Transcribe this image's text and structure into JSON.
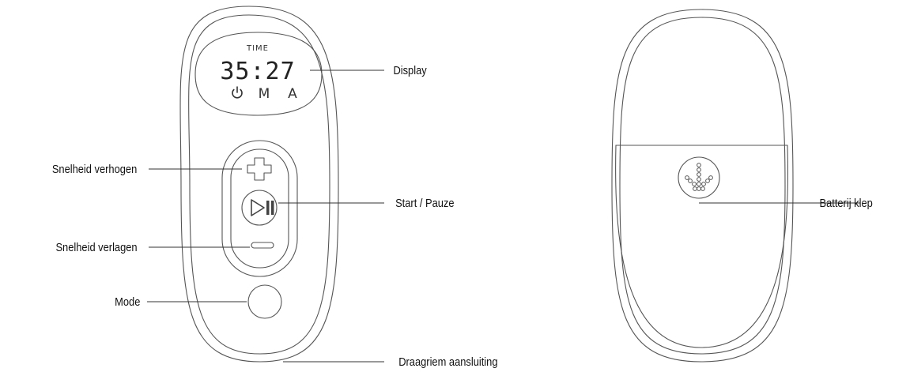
{
  "display": {
    "caption": "TIME",
    "time": "35:27",
    "mode_manual": "M",
    "mode_auto": "A"
  },
  "labels": {
    "display": "Display",
    "speed_up": "Snelheid verhogen",
    "start_pause": "Start / Pauze",
    "speed_down": "Snelheid verlagen",
    "mode": "Mode",
    "strap": "Draagriem aansluiting",
    "battery": "Batterij klep"
  },
  "icons": {
    "power": "power-icon",
    "plus": "plus-icon",
    "play_pause": "play-pause-icon",
    "minus": "minus-icon",
    "unlock": "unlock-arrow-icon"
  }
}
